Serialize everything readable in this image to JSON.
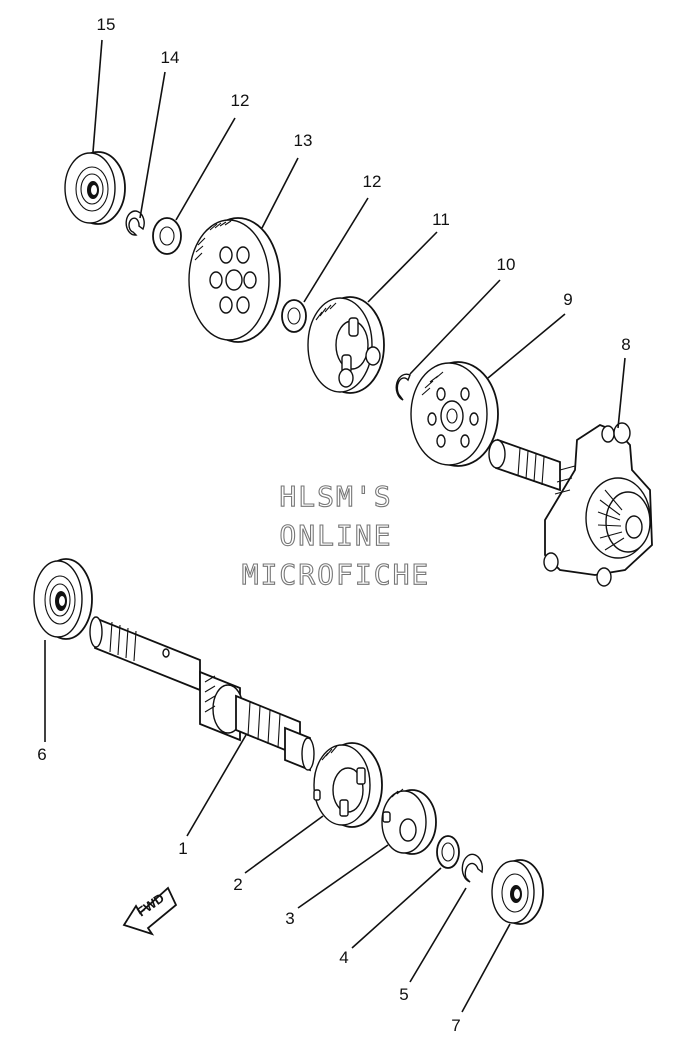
{
  "watermark": {
    "line1": "HLSM'S",
    "line2": "ONLINE",
    "line3": "MICROFICHE"
  },
  "direction_marker": {
    "text": "FWD"
  },
  "callouts": [
    "15",
    "14",
    "12",
    "13",
    "12",
    "11",
    "10",
    "9",
    "8",
    "6",
    "1",
    "2",
    "3",
    "4",
    "5",
    "7"
  ]
}
